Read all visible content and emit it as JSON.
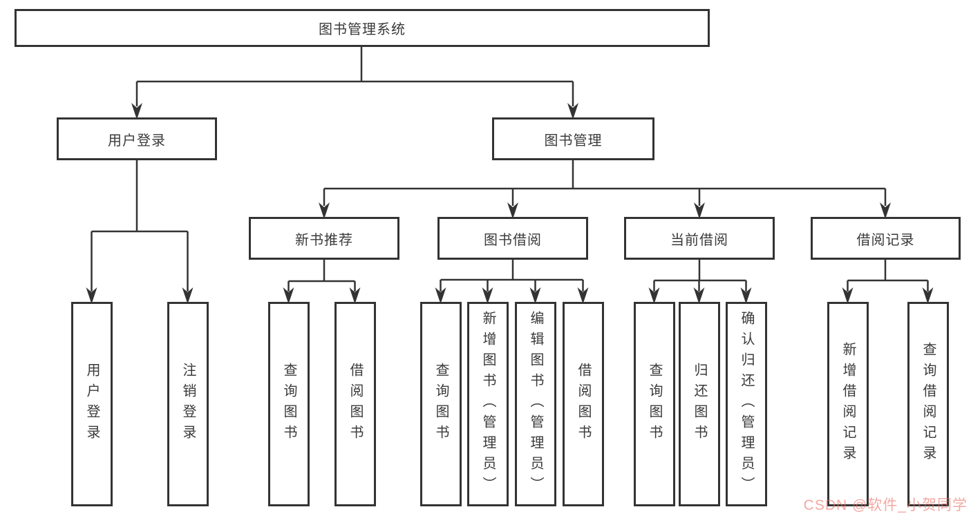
{
  "colors": {
    "line": "#333333",
    "box_border": "#333333",
    "text": "#3a3a3a",
    "background": "#ffffff",
    "watermark": "#eb6e64"
  },
  "watermark": {
    "text": "CSDN @软件_小贺同学"
  },
  "tree": {
    "root": {
      "label": "图书管理系统",
      "children": [
        {
          "label": "用户登录",
          "children": [
            {
              "label": "用户登录"
            },
            {
              "label": "注销登录"
            }
          ]
        },
        {
          "label": "图书管理",
          "children": [
            {
              "label": "新书推荐",
              "children": [
                {
                  "label": "查询图书"
                },
                {
                  "label": "借阅图书"
                }
              ]
            },
            {
              "label": "图书借阅",
              "children": [
                {
                  "label": "查询图书"
                },
                {
                  "label": "新增图书（管理员）"
                },
                {
                  "label": "编辑图书（管理员）"
                },
                {
                  "label": "借阅图书"
                }
              ]
            },
            {
              "label": "当前借阅",
              "children": [
                {
                  "label": "查询图书"
                },
                {
                  "label": "归还图书"
                },
                {
                  "label": "确认归还（管理员）"
                }
              ]
            },
            {
              "label": "借阅记录",
              "children": [
                {
                  "label": "新增借阅记录"
                },
                {
                  "label": "查询借阅记录"
                }
              ]
            }
          ]
        }
      ]
    }
  }
}
